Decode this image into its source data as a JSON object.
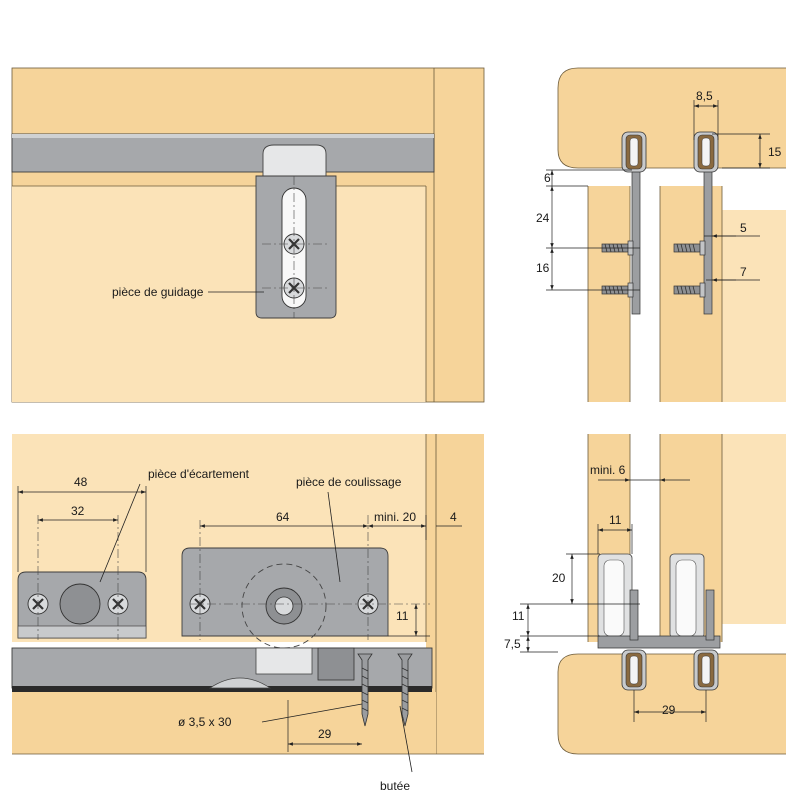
{
  "labels": {
    "guide_piece": "pièce de guidage",
    "spacer_piece": "pièce d'écartement",
    "sliding_piece": "pièce de coulissage",
    "screw": "ø 3,5 x 30",
    "stop": "butée"
  },
  "dimensions": {
    "d48": "48",
    "d32": "32",
    "d64": "64",
    "mini20": "mini. 20",
    "d4": "4",
    "d11_front": "11",
    "d29_front": "29",
    "d8_5": "8,5",
    "d15": "15",
    "d6": "6",
    "d24": "24",
    "d16": "16",
    "d5": "5",
    "d7": "7",
    "mini6": "mini. 6",
    "d11_top": "11",
    "d20": "20",
    "d11_side": "11",
    "d7_5": "7,5",
    "d29_side": "29"
  },
  "colors": {
    "wood": "#f6d49a",
    "wood_light": "#fbe3b8",
    "metal": "#a6a8ab"
  }
}
